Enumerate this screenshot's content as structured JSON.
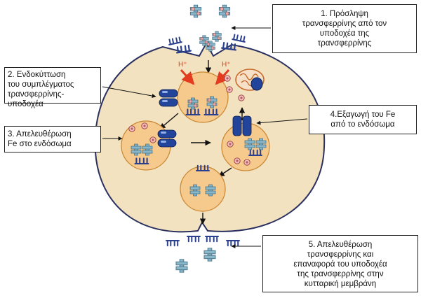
{
  "steps": [
    {
      "id": 1,
      "lines": [
        "1. Πρόσληψη",
        "τρανσφερρίνης από τον",
        "υποδοχέα της",
        "τρανσφερρίνης"
      ]
    },
    {
      "id": 2,
      "lines": [
        "2. Ενδοκύττωση",
        "του συμπλέγματος",
        "τρανσφερρίνης-",
        "υποδοχέα"
      ]
    },
    {
      "id": 3,
      "lines": [
        "3. Απελευθέρωση",
        "Fe στο ενδόσωμα"
      ]
    },
    {
      "id": 4,
      "lines": [
        "4.Εξαγωγή του Fe",
        "από το ενδόσωμα"
      ]
    },
    {
      "id": 5,
      "lines": [
        "5. Απελευθέρωση",
        "τρανσφερρίνης και",
        "επαναφορά του υποδοχέα",
        "της τρανσφερρίνης στην",
        "κυτταρική μεμβράνη"
      ]
    }
  ],
  "proton_labels": [
    "H⁺",
    "H⁺"
  ],
  "colors": {
    "cell": "#f2e2bf",
    "endosome": "#f6c98c",
    "transferrin": "#8ab6c9",
    "receptor": "#2b3f8f",
    "channel": "#22449a",
    "iron": "#e9a9a9",
    "proton_arrow": "#e23b1f"
  },
  "icons": [
    "transferrin-icon",
    "receptor-icon",
    "iron-ion-icon",
    "channel-icon",
    "mitochondrion-icon",
    "arrow-icon"
  ]
}
